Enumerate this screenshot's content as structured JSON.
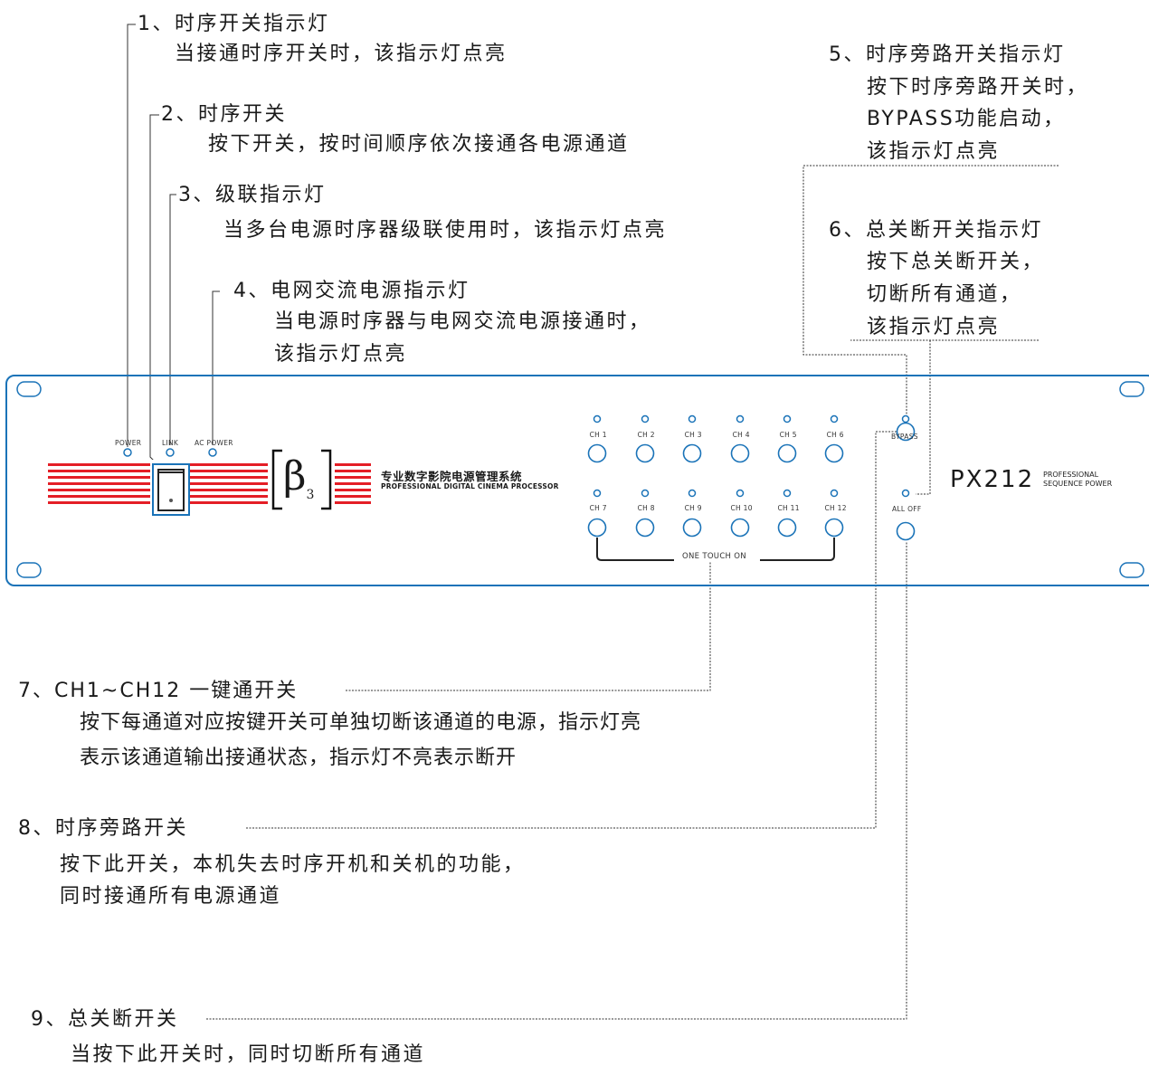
{
  "annotations": [
    {
      "title": "1、时序开关指示灯",
      "desc": "当接通时序开关时，该指示灯点亮"
    },
    {
      "title": "2、时序开关",
      "desc": "按下开关，按时间顺序依次接通各电源通道"
    },
    {
      "title": "3、级联指示灯",
      "desc": "当多台电源时序器级联使用时，该指示灯点亮"
    },
    {
      "title": "4、电网交流电源指示灯",
      "desc": "当电源时序器与电网交流电源接通时，",
      "desc2": "该指示灯点亮"
    },
    {
      "title": "5、时序旁路开关指示灯",
      "desc": "按下时序旁路开关时，",
      "desc2": "BYPASS功能启动，",
      "desc3": "该指示灯点亮"
    },
    {
      "title": "6、总关断开关指示灯",
      "desc": "按下总关断开关，",
      "desc2": "切断所有通道，",
      "desc3": "该指示灯点亮"
    },
    {
      "title": "7、CH1~CH12 一键通开关",
      "desc": "按下每通道对应按键开关可单独切断该通道的电源，指示灯亮",
      "desc2": "表示该通道输出接通状态，指示灯不亮表示断开"
    },
    {
      "title": "8、时序旁路开关",
      "desc": "按下此开关，本机失去时序开机和关机的功能，",
      "desc2": "同时接通所有电源通道"
    },
    {
      "title": "9、总关断开关",
      "desc": "当按下此开关时，同时切断所有通道"
    }
  ],
  "panel": {
    "indicators": [
      "POWER",
      "LINK",
      "AC POWER"
    ],
    "brand_zh": "专业数字影院电源管理系统",
    "brand_en": "PROFESSIONAL DIGITAL CINEMA PROCESSOR",
    "logo_symbol": "β",
    "logo_sub": "3",
    "channels_row1": [
      "CH 1",
      "CH 2",
      "CH 3",
      "CH 4",
      "CH 5",
      "CH 6"
    ],
    "channels_row2": [
      "CH 7",
      "CH 8",
      "CH 9",
      "CH 10",
      "CH 11",
      "CH 12"
    ],
    "one_touch": "ONE TOUCH ON",
    "bypass": "BYPASS",
    "all_off": "ALL OFF",
    "model": "PX212",
    "model_sub1": "PROFESSIONAL",
    "model_sub2": "SEQUENCE POWER"
  },
  "colors": {
    "accent": "#1a73b8",
    "stripe": "#e41e26",
    "leader": "#333333"
  }
}
